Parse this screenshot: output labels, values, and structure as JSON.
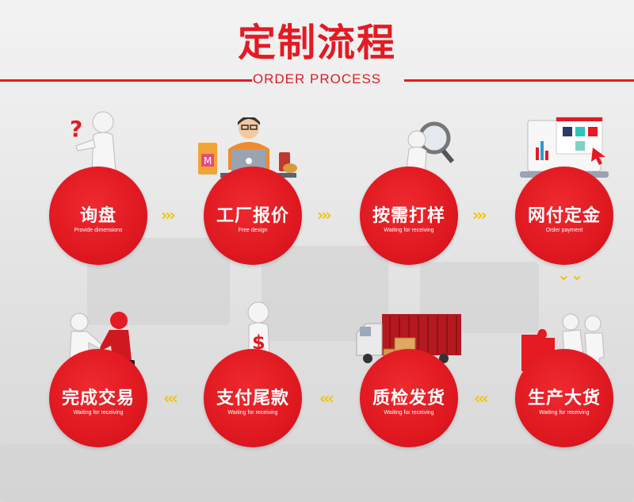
{
  "header": {
    "title": "定制流程",
    "subtitle": "ORDER PROCESS"
  },
  "steps": [
    {
      "label": "询盘",
      "sub": "Provide dimensions"
    },
    {
      "label": "工厂报价",
      "sub": "Free design"
    },
    {
      "label": "按需打样",
      "sub": "Waiting for receiving"
    },
    {
      "label": "网付定金",
      "sub": "Order payment"
    },
    {
      "label": "生产大货",
      "sub": "Waiting for receiving"
    },
    {
      "label": "质检发货",
      "sub": "Waiting for receiving"
    },
    {
      "label": "支付尾款",
      "sub": "Waiting for receiving"
    },
    {
      "label": "完成交易",
      "sub": "Waiting for receiving"
    }
  ],
  "arrows": {
    "right": "›››",
    "left": "‹‹‹",
    "down": "⌄⌄"
  },
  "colors": {
    "accent": "#e51a22",
    "arrow": "#f2c30a"
  }
}
